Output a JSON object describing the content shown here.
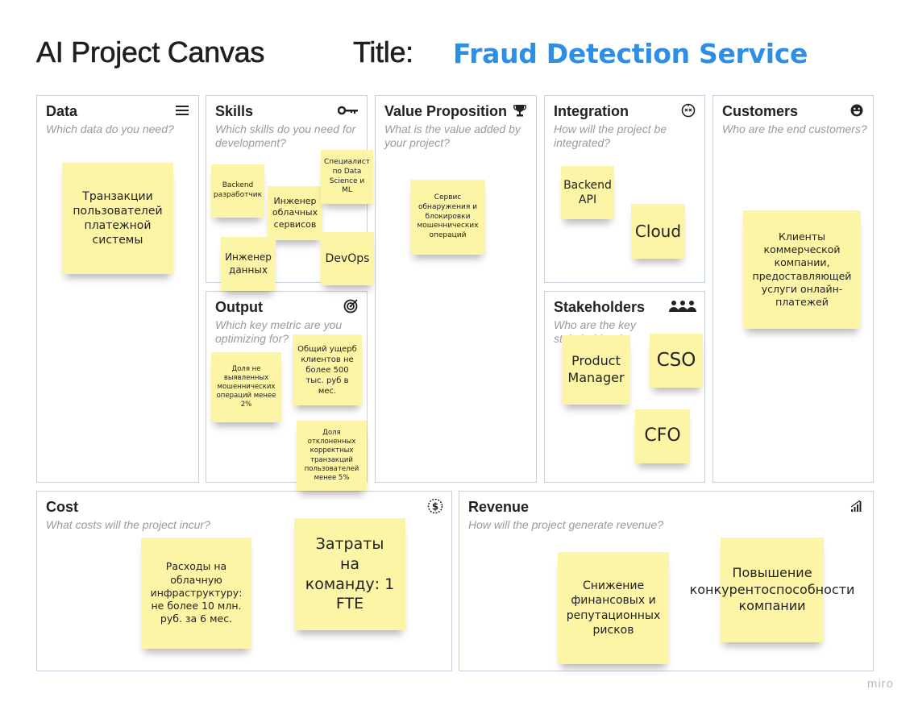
{
  "header": {
    "app_title": "AI Project Canvas",
    "title_label": "Title:",
    "title_value": "Fraud Detection Service"
  },
  "panels": {
    "data": {
      "title": "Data",
      "subtitle": "Which data do you need?",
      "icon": "list-icon"
    },
    "skills": {
      "title": "Skills",
      "subtitle": "Which skills do you need for development?",
      "icon": "key-icon"
    },
    "output": {
      "title": "Output",
      "subtitle": "Which key metric are you optimizing for?",
      "icon": "target-icon"
    },
    "value": {
      "title": "Value Proposition",
      "subtitle": "What is the value added by your project?",
      "icon": "trophy-icon"
    },
    "integration": {
      "title": "Integration",
      "subtitle": "How will the project be integrated?",
      "icon": "integration-icon"
    },
    "stakeholders": {
      "title": "Stakeholders",
      "subtitle": "Who are the key stakeholders?",
      "icon": "people-icon"
    },
    "customers": {
      "title": "Customers",
      "subtitle": "Who are the end customers?",
      "icon": "smiley-icon"
    },
    "cost": {
      "title": "Cost",
      "subtitle": "What costs will the project incur?",
      "icon": "dollar-icon"
    },
    "revenue": {
      "title": "Revenue",
      "subtitle": "How will the project generate revenue?",
      "icon": "bar-chart-icon"
    }
  },
  "stickies": {
    "data_1": "Транзакции пользователей платежной системы",
    "skills_1": "Backend разработчик",
    "skills_2": "Инженер облачных сервисов",
    "skills_3": "Специалист по Data Science и ML",
    "skills_4": "Инженер данных",
    "skills_5": "DevOps",
    "output_1": "Доля не выявленных мошеннических операций менее 2%",
    "output_2": "Общий ущерб клиентов не более 500 тыс. руб в мес.",
    "output_3": "Доля отклоненных корректных транзакций пользователей менее 5%",
    "value_1": "Сервис обнаружения и блокировки мошеннических операций",
    "integration_1": "Backend API",
    "integration_2": "Cloud",
    "stakeholders_1": "Product Manager",
    "stakeholders_2": "CSO",
    "stakeholders_3": "CFO",
    "customers_1": "Клиенты коммерческой компании, предоставляющей услуги онлайн-платежей",
    "cost_1": "Расходы на облачную инфраструктуру: не более 10 млн. руб. за 6 мес.",
    "cost_2": "Затраты на команду: 1 FTE",
    "revenue_1": "Снижение финансовых и репутационных рисков",
    "revenue_2": "Повышение конкурентоспособности компании"
  },
  "branding": {
    "watermark": "miro"
  },
  "colors": {
    "title_accent": "#2d8ee6",
    "sticky": "#fdf5a6",
    "panel_border": "#c5d2de"
  }
}
